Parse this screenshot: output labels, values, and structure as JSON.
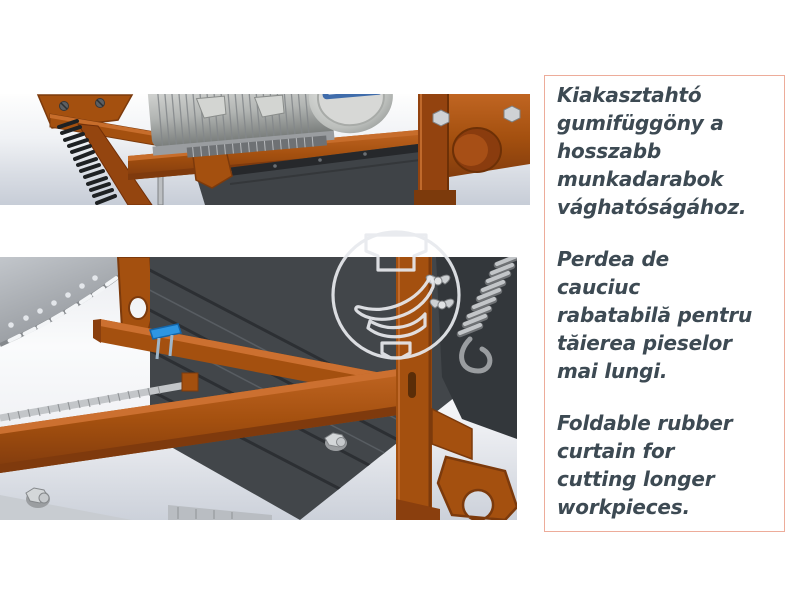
{
  "panel": {
    "paragraph_hu": "Kiakasztahtó\ngumifüggöny a\nhosszabb\nmunkadarabok\nvághatóságához.",
    "paragraph_ro": "Perdea de\ncauciuc\nrabatabilă pentru\ntăierea pieselor\nmai lungi.",
    "paragraph_en": "Foldable rubber\ncurtain for\ncutting longer\nworkpieces.",
    "border_color": "#edac9a",
    "text_color": "#3d4a53"
  },
  "images": {
    "top": "cad-render-motor-and-curtain-closeup",
    "bottom": "cad-render-saw-blade-and-folding-curtain",
    "watermark": "circular-brand-logo-watermark"
  },
  "colors": {
    "machine_orange": "#a4500f",
    "curtain_dark": "#3f4347",
    "page_background": "#ffffff"
  }
}
